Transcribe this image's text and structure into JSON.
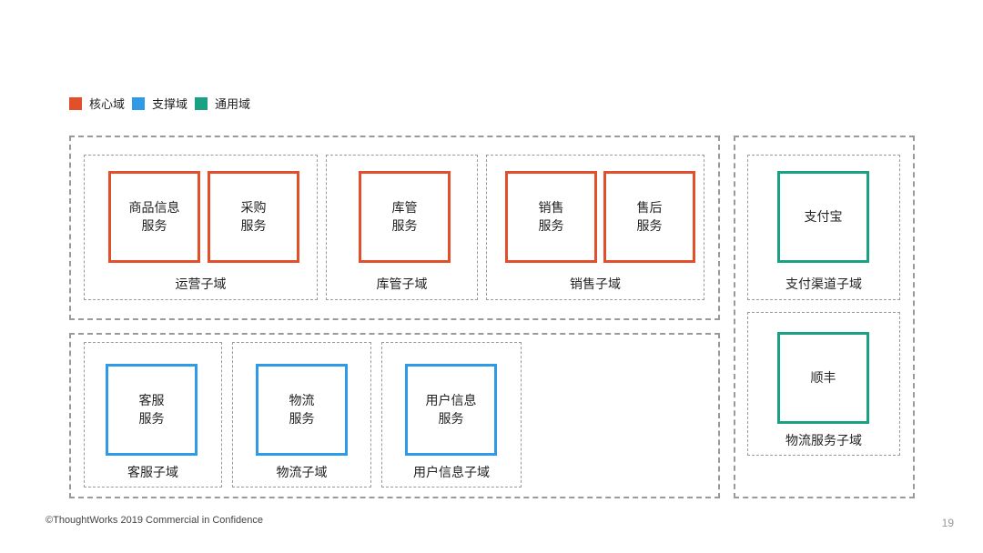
{
  "legend": {
    "core": {
      "label": "核心域",
      "color": "#e24f2b"
    },
    "support": {
      "label": "支撑域",
      "color": "#2f9ae6"
    },
    "generic": {
      "label": "通用域",
      "color": "#1aa184"
    }
  },
  "subdomains": {
    "operations": {
      "label": "运营子域",
      "services": [
        "商品信息\n服务",
        "采购\n服务"
      ]
    },
    "inventory": {
      "label": "库管子域",
      "services": [
        "库管\n服务"
      ]
    },
    "sales": {
      "label": "销售子域",
      "services": [
        "销售\n服务",
        "售后\n服务"
      ]
    },
    "customer_service": {
      "label": "客服子域",
      "services": [
        "客服\n服务"
      ]
    },
    "logistics": {
      "label": "物流子域",
      "services": [
        "物流\n服务"
      ]
    },
    "user_info": {
      "label": "用户信息子域",
      "services": [
        "用户信息\n服务"
      ]
    },
    "payment": {
      "label": "支付渠道子域",
      "services": [
        "支付宝"
      ]
    },
    "logistics_service": {
      "label": "物流服务子域",
      "services": [
        "顺丰"
      ]
    }
  },
  "footer": {
    "copyright": "©ThoughtWorks 2019 Commercial in Confidence",
    "page_number": "19"
  }
}
